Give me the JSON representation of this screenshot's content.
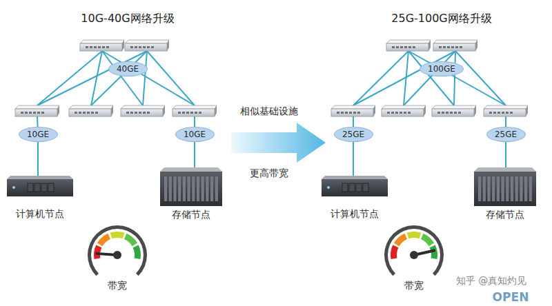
{
  "diagram": {
    "nodes": [
      {
        "text": [
          "40GE"
        ]
      },
      {
        "text": [
          "100GE"
        ]
      },
      {
        "text": [
          "10GE"
        ]
      },
      {
        "text": [
          "10GE"
        ]
      },
      {
        "text": [
          "25GE"
        ]
      },
      {
        "text": [
          "25GE"
        ]
      },
      {
        "text": [
          "计算机节点"
        ]
      },
      {
        "text": [
          "存储节点"
        ]
      },
      {
        "text": [
          "计算机节点"
        ]
      },
      {
        "text": [
          "存储节点"
        ]
      },
      {
        "text": [
          "带宽"
        ]
      },
      {
        "text": [
          "带宽"
        ]
      }
    ],
    "edges": [
      {
        "from": 2,
        "to": 6,
        "arrow": "none"
      },
      {
        "from": 3,
        "to": 7,
        "arrow": "none"
      },
      {
        "from": 4,
        "to": 8,
        "arrow": "none"
      },
      {
        "from": 5,
        "to": 9,
        "arrow": "none"
      }
    ],
    "labels": [
      "10G-40G网络升级",
      "25G-100G网络升级",
      "相似基础设施",
      "更高带宽",
      "知乎 @真知灼见",
      "OPEN"
    ]
  }
}
